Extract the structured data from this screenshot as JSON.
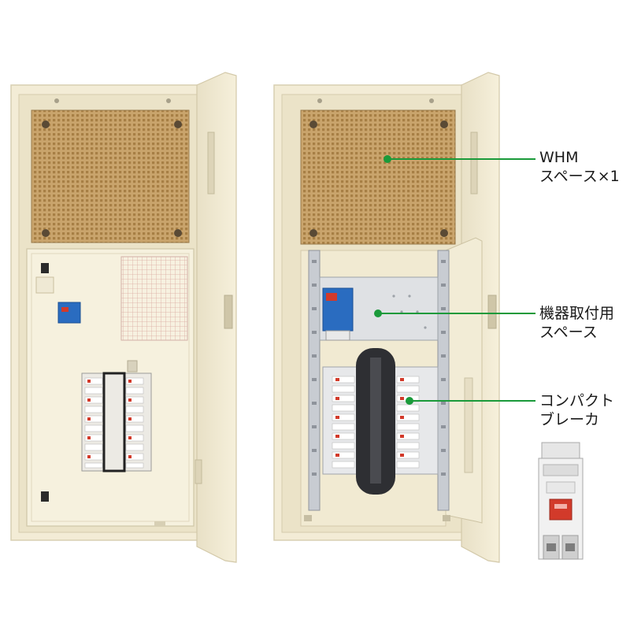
{
  "callouts": {
    "whm": {
      "line1": "WHM",
      "line2": "スペース×1"
    },
    "equipment": {
      "line1": "機器取付用",
      "line2": "スペース"
    },
    "breaker": {
      "line1": "コンパクト",
      "line2": "ブレーカ"
    }
  },
  "colors": {
    "cabinet": "#f3ecd6",
    "mesh_board": "#c9a46c",
    "leader_line": "#1a9a3a",
    "rail": "#c8ccd2",
    "breaker_handle": "#d23a2a",
    "breaker_unit": "#2a6cc0"
  }
}
